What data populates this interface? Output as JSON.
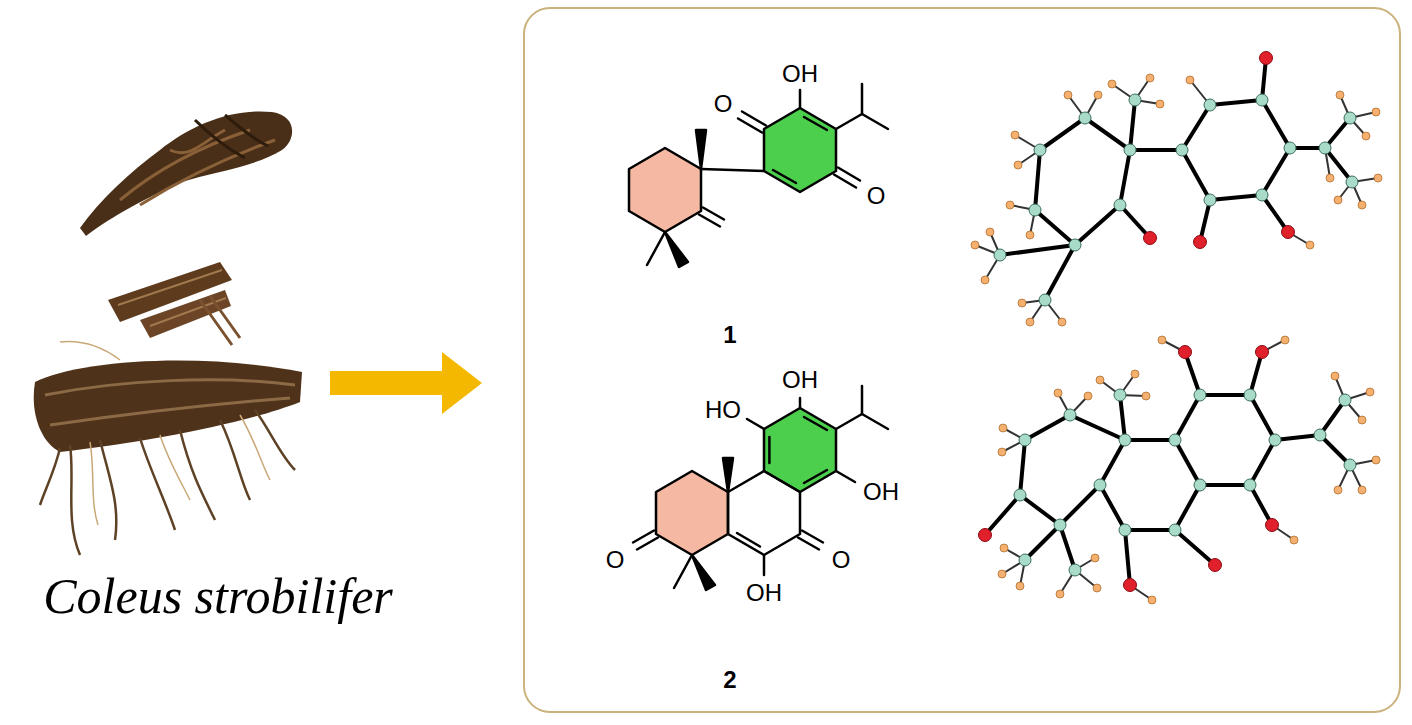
{
  "diagram": {
    "labels": [
      "Coleus strobilifer",
      "OH",
      "O",
      "O",
      "1",
      "OH",
      "HO",
      "OH",
      "O",
      "O",
      "OH",
      "2"
    ]
  }
}
